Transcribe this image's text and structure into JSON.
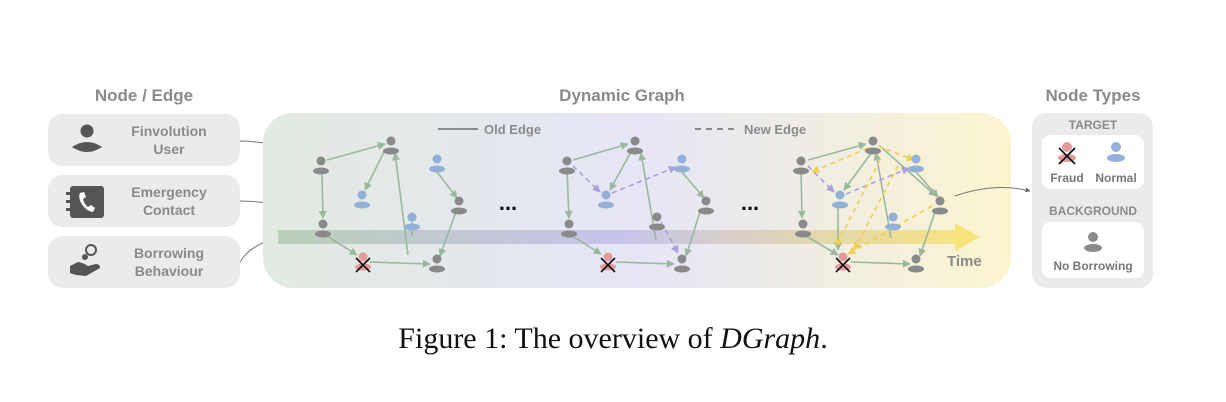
{
  "left_panel": {
    "title": "Node / Edge",
    "cards": [
      {
        "icon": "user-icon",
        "label_line1": "Finvolution",
        "label_line2": "User"
      },
      {
        "icon": "phone-contact-icon",
        "label_line1": "Emergency",
        "label_line2": "Contact"
      },
      {
        "icon": "hand-money-icon",
        "label_line1": "Borrowing",
        "label_line2": "Behaviour"
      }
    ]
  },
  "center_panel": {
    "title": "Dynamic Graph",
    "legend_old": "Old Edge",
    "legend_new": "New Edge",
    "ellipsis_1": "...",
    "ellipsis_2": "...",
    "time_label": "Time"
  },
  "right_panel": {
    "title": "Node Types",
    "target_heading": "TARGET",
    "fraud_label": "Fraud",
    "normal_label": "Normal",
    "background_heading": "BACKGROUND",
    "no_borrowing_label": "No Borrowing"
  },
  "caption": {
    "prefix": "Figure 1: The overview of ",
    "italic": "DGraph",
    "suffix": "."
  },
  "colors": {
    "gray_node": "#8a8a8a",
    "blue_node": "#92b0d8",
    "red_node": "#e39a9a",
    "old_edge": "#9ab89e",
    "new_edge_purple": "#aaa0dc",
    "new_edge_yellow": "#f0d050"
  }
}
